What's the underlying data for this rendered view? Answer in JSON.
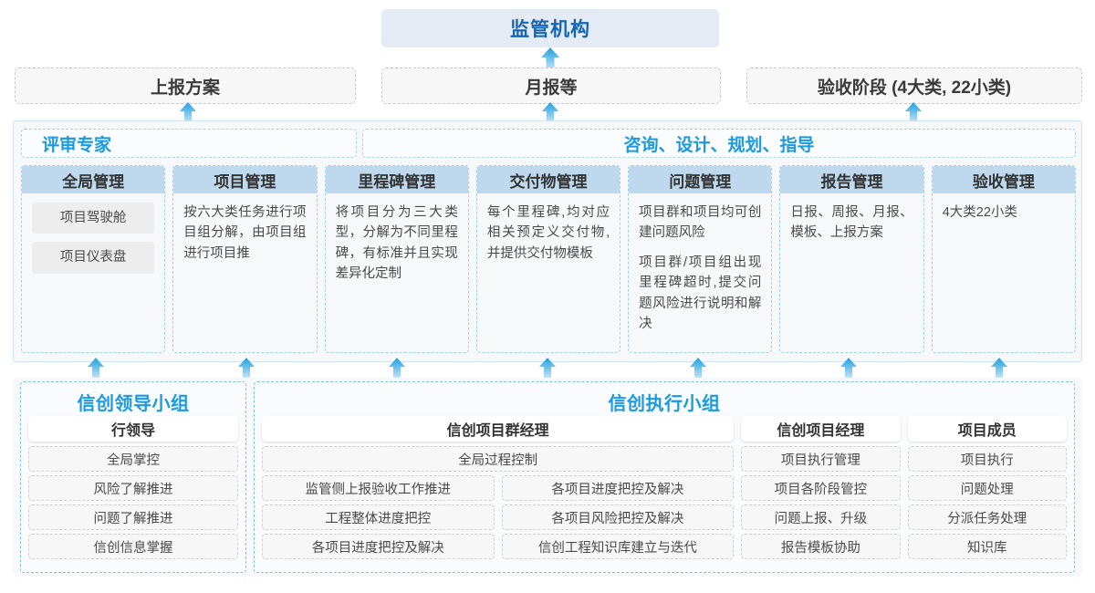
{
  "top": {
    "regulator": "监管机构",
    "reports": [
      "上报方案",
      "月报等",
      "验收阶段 (4大类, 22小类)"
    ]
  },
  "roles": {
    "left_band": "评审专家",
    "right_band": "咨询、设计、规划、指导"
  },
  "modules": [
    {
      "title": "全局管理",
      "pills": [
        "项目驾驶舱",
        "项目仪表盘"
      ],
      "paragraphs": []
    },
    {
      "title": "项目管理",
      "pills": [],
      "paragraphs": [
        "按六大类任务进行项目组分解，由项目组进行项目推"
      ]
    },
    {
      "title": "里程碑管理",
      "pills": [],
      "paragraphs": [
        "将项目分为三大类型，分解为不同里程碑，有标准并且实现差异化定制"
      ]
    },
    {
      "title": "交付物管理",
      "pills": [],
      "paragraphs": [
        "每个里程碑,均对应相关预定义交付物,并提供交付物模板"
      ]
    },
    {
      "title": "问题管理",
      "pills": [],
      "paragraphs": [
        "项目群和项目均可创建问题风险",
        "项目群/项目组出现里程碑超时,提交问题风险进行说明和解决"
      ]
    },
    {
      "title": "报告管理",
      "pills": [],
      "paragraphs": [
        "日报、周报、月报、模板、上报方案"
      ]
    },
    {
      "title": "验收管理",
      "pills": [],
      "paragraphs": [
        "4大类22小类"
      ]
    }
  ],
  "bottom": {
    "leading_group": {
      "title": "信创领导小组",
      "columns": [
        {
          "head": "行领导",
          "items": [
            "全局掌控",
            "风险了解推进",
            "问题了解推进",
            "信创信息掌握"
          ]
        }
      ]
    },
    "exec_group": {
      "title": "信创执行小组",
      "program_manager": {
        "head": "信创项目群经理",
        "full_width_item": "全局过程控制",
        "left_items": [
          "监管侧上报验收工作推进",
          "工程整体进度把控",
          "各项目进度把控及解决"
        ],
        "right_items": [
          "各项目进度把控及解决",
          "各项目风险把控及解决",
          "信创工程知识库建立与迭代"
        ]
      },
      "project_manager": {
        "head": "信创项目经理",
        "items": [
          "项目执行管理",
          "项目各阶段管控",
          "问题上报、升级",
          "报告模板协助"
        ]
      },
      "members": {
        "head": "项目成员",
        "items": [
          "项目执行",
          "问题处理",
          "分派任务处理",
          "知识库"
        ]
      }
    }
  },
  "icons": {
    "arrow_up": "arrow-up-icon"
  },
  "colors": {
    "accent_blue": "#1a9ae0",
    "banner_blue": "#e5ebf4",
    "module_head": "#bed9ee",
    "panel_bg": "#f7f8f9",
    "arrow": "#39a8e8"
  }
}
